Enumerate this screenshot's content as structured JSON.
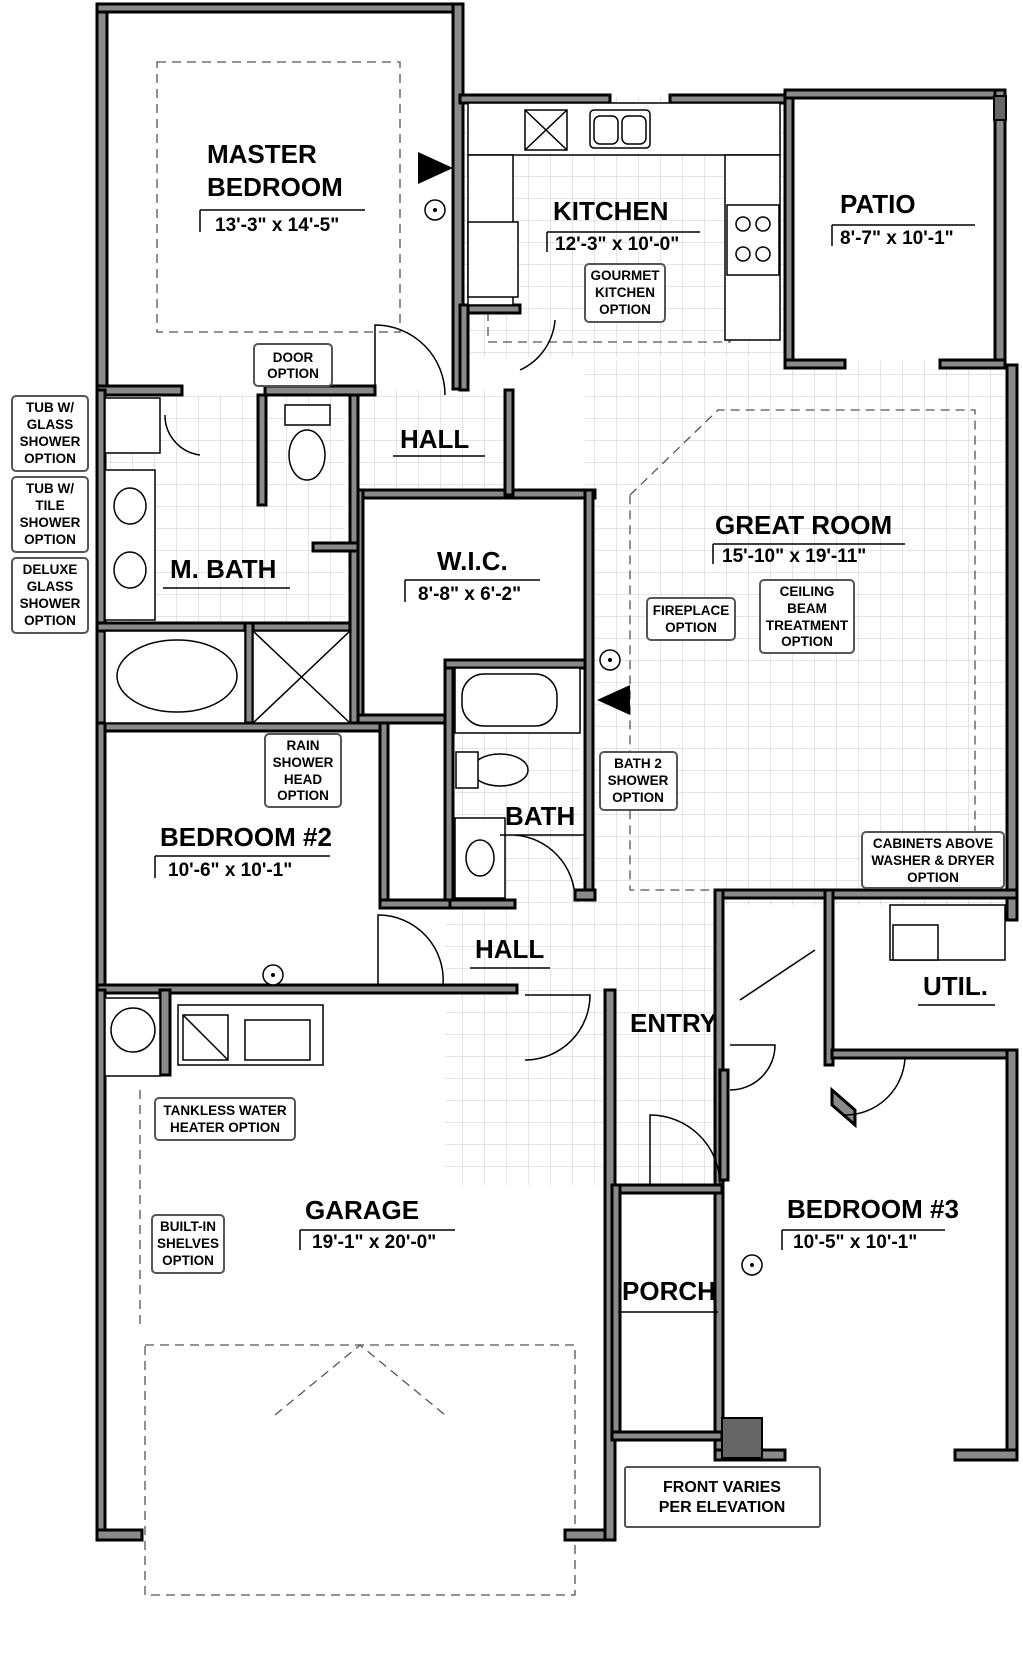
{
  "rooms": {
    "master": {
      "name_1": "MASTER",
      "name_2": "BEDROOM",
      "dim": "13'-3\" x 14'-5\""
    },
    "kitchen": {
      "name": "KITCHEN",
      "dim": "12'-3\" x 10'-0\""
    },
    "patio": {
      "name": "PATIO",
      "dim": "8'-7\" x 10'-1\""
    },
    "hall_top": {
      "name": "HALL"
    },
    "great_room": {
      "name": "GREAT ROOM",
      "dim": "15'-10\" x 19'-11\""
    },
    "wic": {
      "name": "W.I.C.",
      "dim": "8'-8\" x 6'-2\""
    },
    "mbath": {
      "name": "M. BATH"
    },
    "bath": {
      "name": "BATH"
    },
    "bedroom2": {
      "name": "BEDROOM #2",
      "dim": "10'-6\" x 10'-1\""
    },
    "hall_bottom": {
      "name": "HALL"
    },
    "entry": {
      "name": "ENTRY"
    },
    "util": {
      "name": "UTIL."
    },
    "garage": {
      "name": "GARAGE",
      "dim": "19'-1\" x 20'-0\""
    },
    "bedroom3": {
      "name": "BEDROOM #3",
      "dim": "10'-5\" x 10'-1\""
    },
    "porch": {
      "name": "PORCH"
    }
  },
  "options": {
    "door": [
      "DOOR",
      "OPTION"
    ],
    "gourmet_kitchen": [
      "GOURMET",
      "KITCHEN",
      "OPTION"
    ],
    "tub_glass": [
      "TUB W/",
      "GLASS",
      "SHOWER",
      "OPTION"
    ],
    "tub_tile": [
      "TUB W/",
      "TILE",
      "SHOWER",
      "OPTION"
    ],
    "deluxe_glass": [
      "DELUXE",
      "GLASS",
      "SHOWER",
      "OPTION"
    ],
    "fireplace": [
      "FIREPLACE",
      "OPTION"
    ],
    "ceiling_beam": [
      "CEILING",
      "BEAM",
      "TREATMENT",
      "OPTION"
    ],
    "rain_shower": [
      "RAIN",
      "SHOWER",
      "HEAD",
      "OPTION"
    ],
    "bath2_shower": [
      "BATH 2",
      "SHOWER",
      "OPTION"
    ],
    "cabinets": [
      "CABINETS ABOVE",
      "WASHER & DRYER",
      "OPTION"
    ],
    "tankless": [
      "TANKLESS WATER",
      "HEATER OPTION"
    ],
    "shelves": [
      "BUILT-IN",
      "SHELVES",
      "OPTION"
    ],
    "front": [
      "FRONT VARIES",
      "PER ELEVATION"
    ]
  },
  "colors": {
    "wall": "#8a8a8a",
    "tile_grid": "#c8c8c8",
    "ink": "#000000"
  }
}
